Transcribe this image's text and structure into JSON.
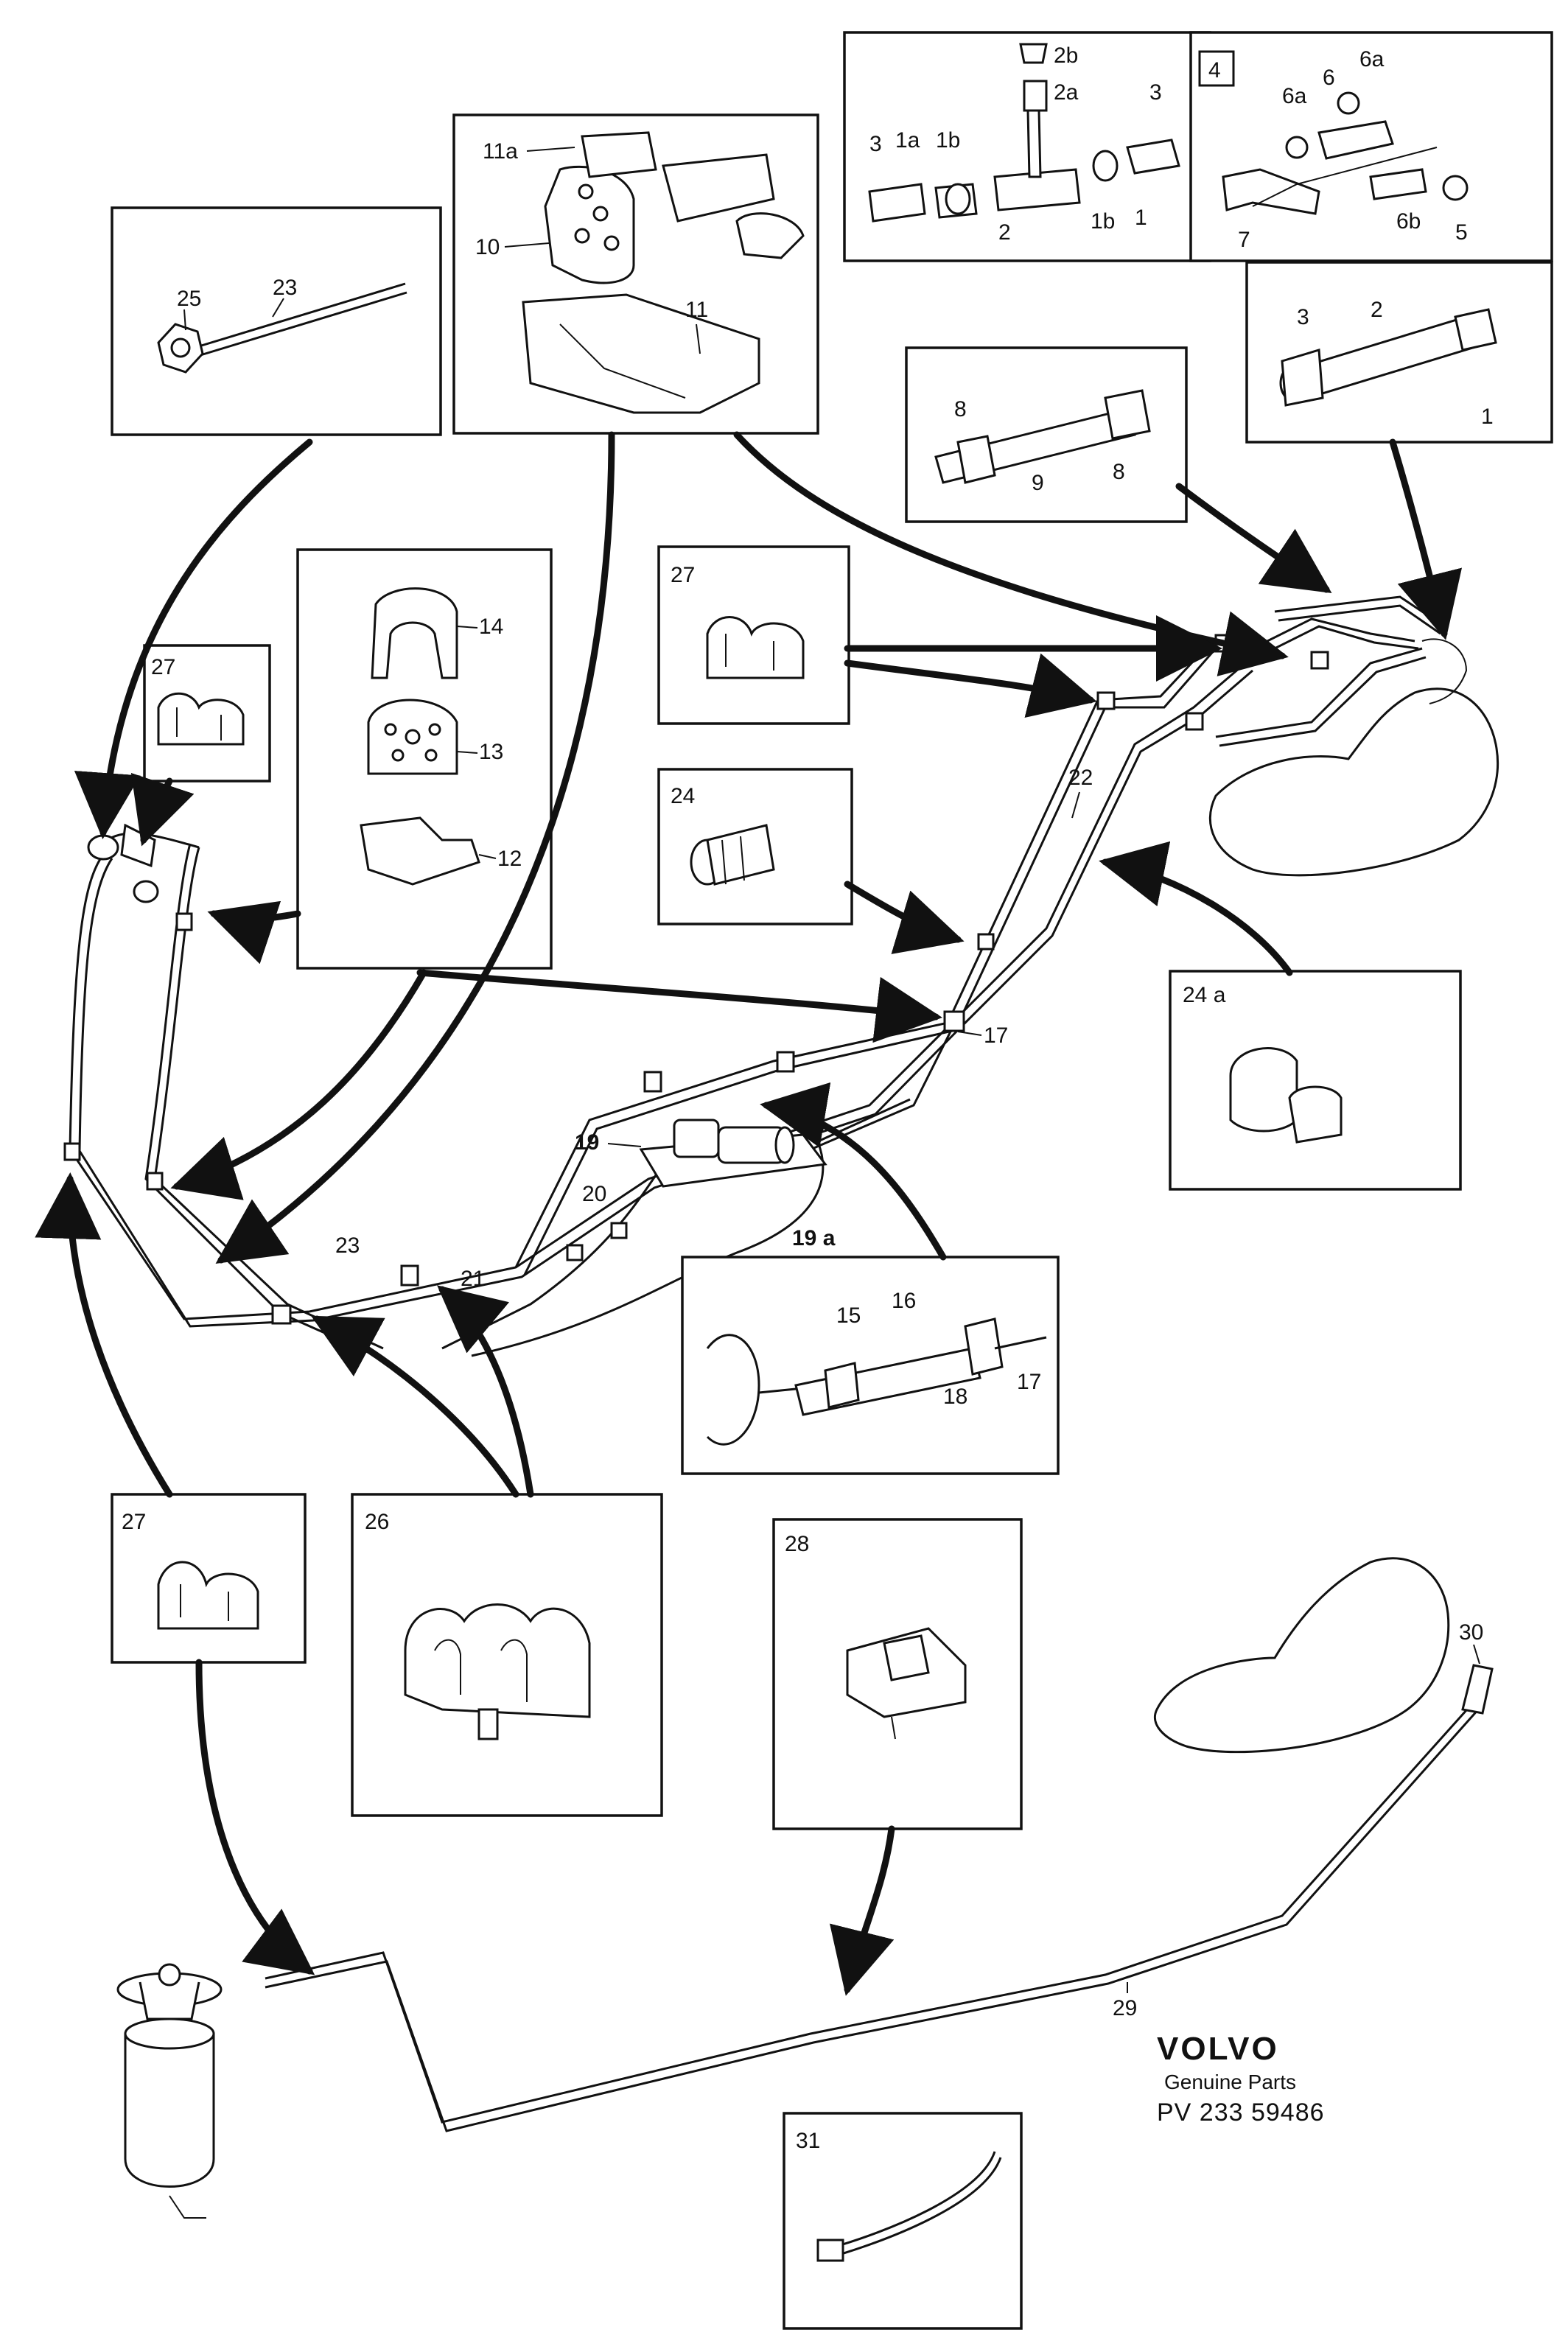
{
  "brand": {
    "name": "VOLVO",
    "subtitle": "Genuine Parts",
    "part_ref": "PV 233  59486"
  },
  "callouts": {
    "c1": "1",
    "c1a": "1a",
    "c1b": "1b",
    "c2": "2",
    "c2a": "2a",
    "c2b": "2b",
    "c3": "3",
    "c4": "4",
    "c5": "5",
    "c6": "6",
    "c6a": "6a",
    "c6b": "6b",
    "c7": "7",
    "c8": "8",
    "c9": "9",
    "c10": "10",
    "c11": "11",
    "c11a": "11a",
    "c12": "12",
    "c13": "13",
    "c14": "14",
    "c15": "15",
    "c16": "16",
    "c17": "17",
    "c18": "18",
    "c19": "19",
    "c19a": "19 a",
    "c20": "20",
    "c21": "21",
    "c22": "22",
    "c23": "23",
    "c24": "24",
    "c24a": "24 a",
    "c25": "25",
    "c26": "26",
    "c27": "27",
    "c28": "28",
    "c29": "29",
    "c30": "30",
    "c31": "31"
  },
  "icons": [
    "arrow-marker",
    "arrowhead-icon"
  ]
}
